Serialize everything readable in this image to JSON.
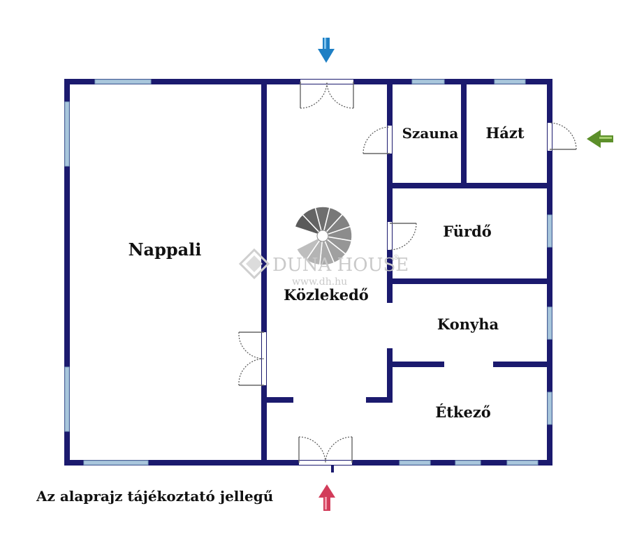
{
  "rooms": {
    "nappali": "Nappali",
    "kozlekedo": "Közlekedő",
    "szauna": "Szauna",
    "hazt": "Házt",
    "furdo": "Fürdő",
    "konyha": "Konyha",
    "etkezo": "Étkező"
  },
  "watermark": {
    "brand": "DUNA HOUSE",
    "reg": "®",
    "url": "www.dh.hu"
  },
  "note": "Az alaprajz tájékoztató jellegű",
  "colors": {
    "wall": "#1b1a6e",
    "window": "#a9c6dc",
    "arrow_top": "#1e7fc4",
    "arrow_right": "#5c8f2a",
    "arrow_bottom": "#d23c5a"
  },
  "icons": {
    "top_arrow": "arrow-down-icon",
    "right_arrow": "arrow-left-icon",
    "bottom_arrow": "arrow-up-icon",
    "stair": "spiral-staircase-icon",
    "logo": "duna-house-logo-icon"
  }
}
